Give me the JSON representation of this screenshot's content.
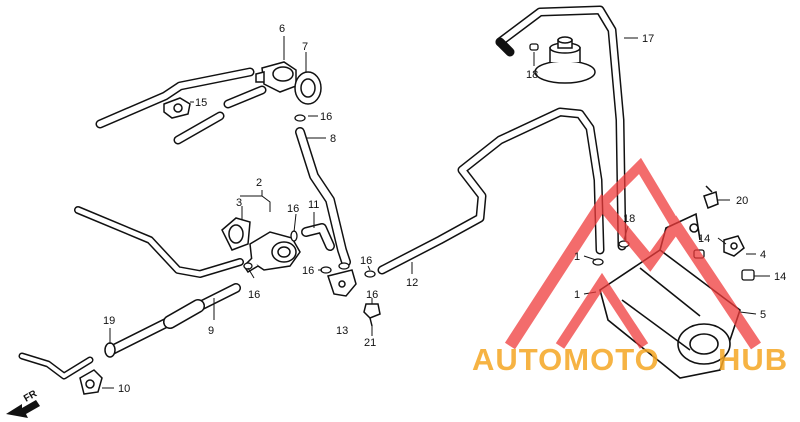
{
  "callouts": {
    "c1a": "1",
    "c1b": "1",
    "c2": "2",
    "c3": "3",
    "c4": "4",
    "c5": "5",
    "c6": "6",
    "c7": "7",
    "c8": "8",
    "c9": "9",
    "c10": "10",
    "c11": "11",
    "c12": "12",
    "c13": "13",
    "c14a": "14",
    "c14b": "14",
    "c15": "15",
    "c16a": "16",
    "c16b": "16",
    "c16c": "16",
    "c16d": "16",
    "c16e": "16",
    "c16f": "16",
    "c17": "17",
    "c18a": "18",
    "c18b": "18",
    "c19": "19",
    "c20": "20",
    "c21": "21"
  },
  "direction_label": "FR",
  "watermark": {
    "text_left": "AUTOMOTO",
    "text_right": "HUB",
    "color_red": "#ef3b3b",
    "color_orange": "#f5a623"
  },
  "colors": {
    "line": "#111111",
    "background": "#ffffff"
  }
}
